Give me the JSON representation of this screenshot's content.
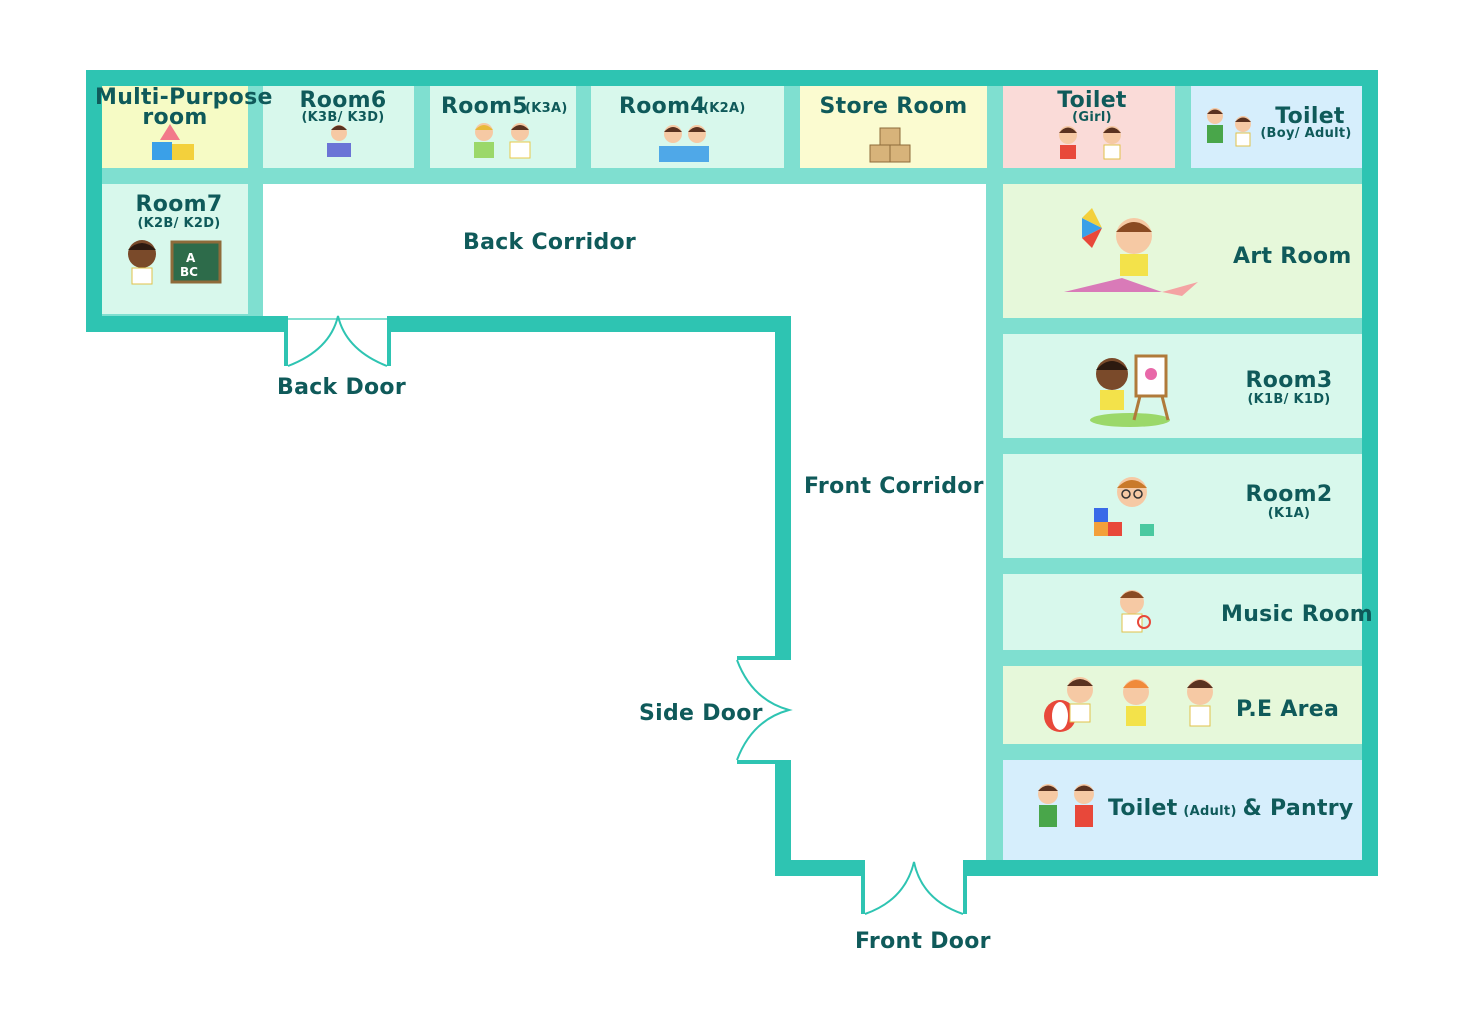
{
  "rooms": {
    "multipurpose": {
      "line1": "Multi-Purpose",
      "line2": "room"
    },
    "room6": {
      "name": "Room6",
      "sub": "(K3B/ K3D)"
    },
    "room5": {
      "name": "Room5",
      "sub": "(K3A)"
    },
    "room4": {
      "name": "Room4",
      "sub": "(K2A)"
    },
    "store": {
      "name": "Store Room"
    },
    "toilet_girl": {
      "name": "Toilet",
      "sub": "(Girl)"
    },
    "toilet_boy": {
      "name": "Toilet",
      "sub": "(Boy/ Adult)"
    },
    "room7": {
      "name": "Room7",
      "sub": "(K2B/ K2D)"
    },
    "art": {
      "name": "Art Room"
    },
    "room3": {
      "name": "Room3",
      "sub": "(K1B/ K1D)"
    },
    "room2": {
      "name": "Room2",
      "sub": "(K1A)"
    },
    "music": {
      "name": "Music Room"
    },
    "pe": {
      "name": "P.E Area"
    },
    "toilet_pantry": {
      "name_a": "Toilet",
      "sub": "(Adult)",
      "name_b": "& Pantry"
    }
  },
  "corridors": {
    "back": "Back Corridor",
    "front": "Front Corridor"
  },
  "doors": {
    "back": "Back Door",
    "side": "Side Door",
    "front": "Front Door"
  },
  "colors": {
    "wall": "#2ec4b2",
    "inner_wall": "#7fdfd0",
    "label": "#0f5a5a",
    "yellow": "#f6fbc5",
    "mint": "#d8f8ec",
    "pink": "#fadbd8",
    "light_blue": "#d6eefc",
    "light_green": "#e6f8da"
  }
}
